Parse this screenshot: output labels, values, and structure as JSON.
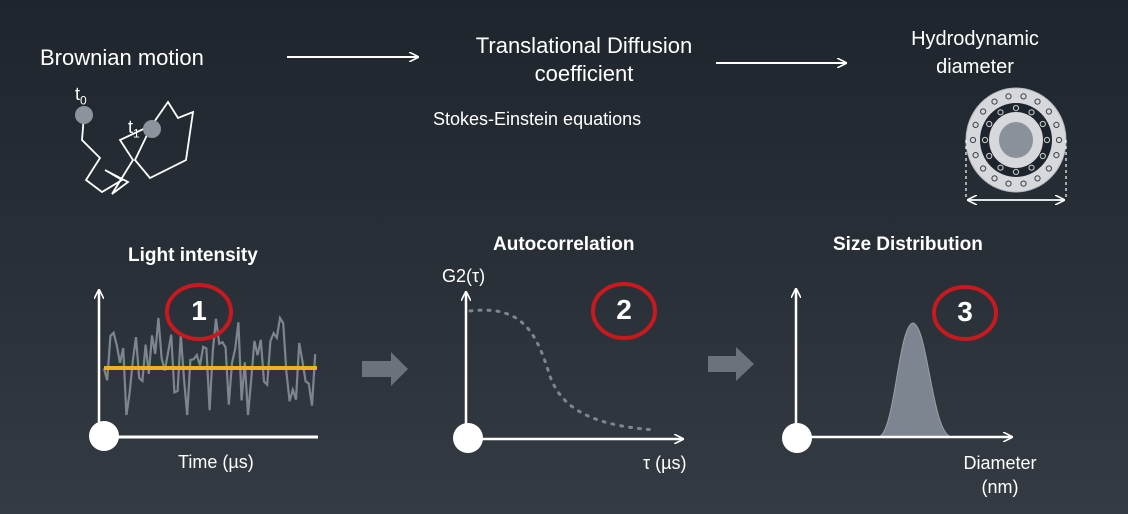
{
  "top": {
    "brownian": "Brownian motion",
    "t0": "t",
    "t0_sub": "0",
    "t1": "t",
    "t1_sub": "1",
    "translational_line1": "Translational Diffusion",
    "translational_line2": "coefficient",
    "stokes": "Stokes-Einstein equations",
    "hydro_line1": "Hydrodynamic",
    "hydro_line2": "diameter"
  },
  "panels": {
    "light": {
      "title": "Light intensity",
      "number": "1",
      "xlabel": "Time (µs)"
    },
    "auto": {
      "title": "Autocorrelation",
      "number": "2",
      "ylabel": "G2(τ)",
      "xlabel": "τ (µs)"
    },
    "size": {
      "title": "Size Distribution",
      "number": "3",
      "xlabel_line1": "Diameter",
      "xlabel_line2": "(nm)"
    }
  },
  "colors": {
    "background": "#262c34",
    "accent_red": "#c8191e",
    "signal_gray": "#7d8590",
    "baseline_yellow": "#f2b01e",
    "arrow_gray": "#6b727c"
  },
  "icons": [
    "right-arrow-icon",
    "block-arrow-icon",
    "particle-icon"
  ]
}
